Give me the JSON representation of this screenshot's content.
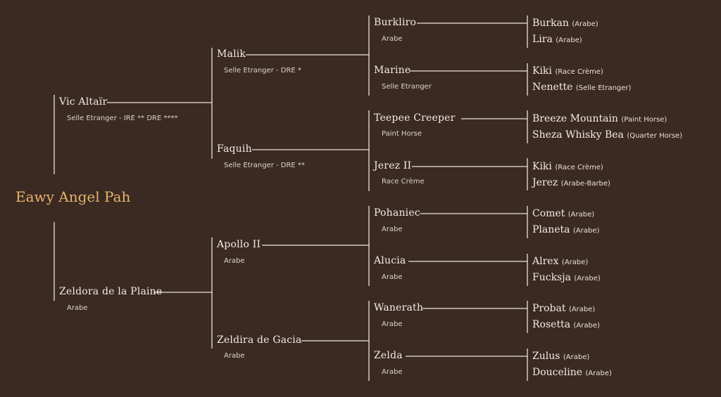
{
  "root": {
    "name": "Eawy Angel Pah"
  },
  "parents": {
    "sire": {
      "name": "Vic Altaïr",
      "info": "Selle Etranger - IRE **  DRE ****"
    },
    "dam": {
      "name": "Zeldora de la Plaine",
      "info": "Arabe"
    }
  },
  "grandparents": [
    {
      "name": "Malik",
      "info": "Selle Etranger - DRE *"
    },
    {
      "name": "Faquih",
      "info": "Selle Etranger - DRE **"
    },
    {
      "name": "Apollo II",
      "info": "Arabe"
    },
    {
      "name": "Zeldira de Gacia",
      "info": "Arabe"
    }
  ],
  "great_grandparents": [
    {
      "name": "Burkliro",
      "info": "Arabe"
    },
    {
      "name": "Marine",
      "info": "Selle Etranger"
    },
    {
      "name": "Teepee Creeper",
      "info": "Paint Horse"
    },
    {
      "name": "Jerez II",
      "info": "Race Crème"
    },
    {
      "name": "Pohaniec",
      "info": "Arabe"
    },
    {
      "name": "Alucia",
      "info": "Arabe"
    },
    {
      "name": "Wanerath",
      "info": "Arabe"
    },
    {
      "name": "Zelda",
      "info": "Arabe"
    }
  ],
  "great_great_grandparents": [
    {
      "name": "Burkan",
      "breed": "(Arabe)"
    },
    {
      "name": "Lira",
      "breed": "(Arabe)"
    },
    {
      "name": "Kiki",
      "breed": "(Race Crème)"
    },
    {
      "name": "Nenette",
      "breed": "(Selle Etranger)"
    },
    {
      "name": "Breeze Mountain",
      "breed": "(Paint Horse)"
    },
    {
      "name": "Sheza Whisky Bea",
      "breed": "(Quarter Horse)"
    },
    {
      "name": "Kiki",
      "breed": "(Race Crème)"
    },
    {
      "name": "Jerez",
      "breed": "(Arabe-Barbe)"
    },
    {
      "name": "Comet",
      "breed": "(Arabe)"
    },
    {
      "name": "Planeta",
      "breed": "(Arabe)"
    },
    {
      "name": "Alrex",
      "breed": "(Arabe)"
    },
    {
      "name": "Fucksja",
      "breed": "(Arabe)"
    },
    {
      "name": "Probat",
      "breed": "(Arabe)"
    },
    {
      "name": "Rosetta",
      "breed": "(Arabe)"
    },
    {
      "name": "Zulus",
      "breed": "(Arabe)"
    },
    {
      "name": "Douceline",
      "breed": "(Arabe)"
    }
  ],
  "colors": {
    "background": "#3a2a22",
    "lines": "#ece4da",
    "root_name": "#e8b46a"
  }
}
